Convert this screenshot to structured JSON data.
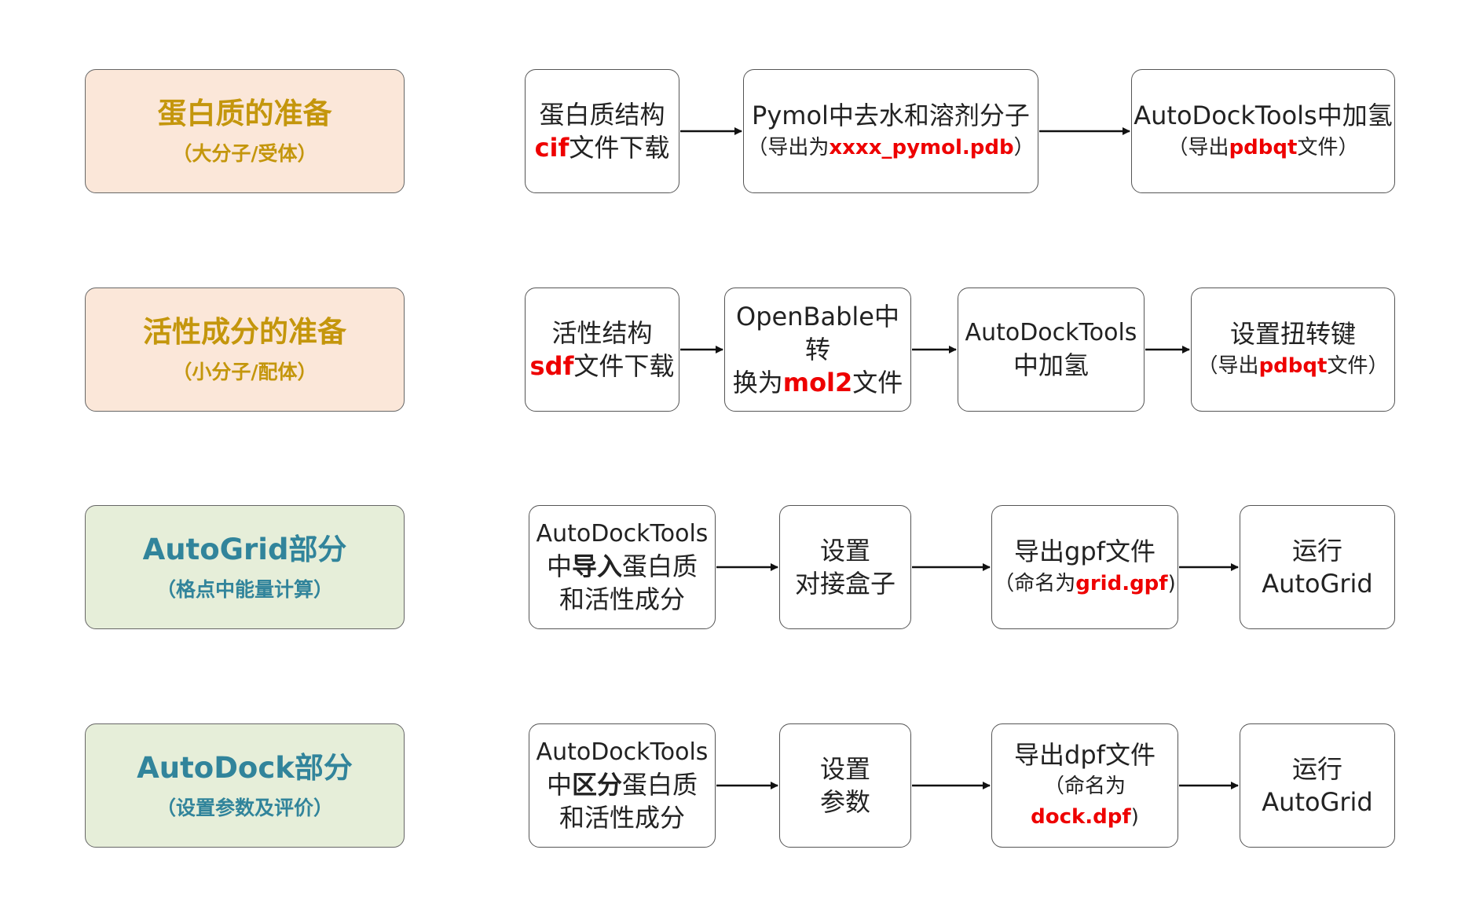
{
  "categories": [
    {
      "title": "蛋白质的准备",
      "subtitle": "（大分子/受体）"
    },
    {
      "title": "活性成分的准备",
      "subtitle": "（小分子/配体）"
    },
    {
      "title": "AutoGrid部分",
      "subtitle": "（格点中能量计算）"
    },
    {
      "title": "AutoDock部分",
      "subtitle": "（设置参数及评价）"
    }
  ],
  "row1": [
    {
      "l1": "蛋白质结构",
      "l2a": "cif",
      "l2b": "文件下载"
    },
    {
      "l1": "Pymol中去水和溶剂分子",
      "l2a": "（导出为",
      "l2b": "xxxx_pymol.pdb",
      "l2c": "）"
    },
    {
      "l1": "AutoDockTools中加氢",
      "l2a": "（导出",
      "l2b": "pdbqt",
      "l2c": "文件）"
    }
  ],
  "row2": [
    {
      "l1": "活性结构",
      "l2a": "sdf",
      "l2b": "文件下载"
    },
    {
      "l1": "OpenBable中转",
      "l2a": "换为",
      "l2b": "mol2",
      "l2c": "文件"
    },
    {
      "l1": "AutoDockTools",
      "l2": "中加氢"
    },
    {
      "l1": "设置扭转键",
      "l2a": "（导出",
      "l2b": "pdbqt",
      "l2c": "文件）"
    }
  ],
  "row3": [
    {
      "l1": "AutoDockTools",
      "l2a": "中",
      "l2b": "导入",
      "l2c": "蛋白质",
      "l3": "和活性成分"
    },
    {
      "l1": "设置",
      "l2": "对接盒子"
    },
    {
      "l1": "导出gpf文件",
      "l2a": "（命名为",
      "l2b": "grid.gpf",
      "l2c": ")"
    },
    {
      "l1": "运行",
      "l2": "AutoGrid"
    }
  ],
  "row4": [
    {
      "l1": "AutoDockTools",
      "l2a": "中",
      "l2b": "区分",
      "l2c": "蛋白质",
      "l3": "和活性成分"
    },
    {
      "l1": "设置",
      "l2": "参数"
    },
    {
      "l1": "导出dpf文件",
      "l2a": "（命名为",
      "l2b": "dock.dpf",
      "l2c": ")"
    },
    {
      "l1": "运行",
      "l2": "AutoGrid"
    }
  ],
  "colors": {
    "orange_fill": "#fbe7d9",
    "green_fill": "#e6eed9",
    "gold_text": "#c4960c",
    "teal_text": "#31849b",
    "highlight_red": "#ee0000"
  }
}
